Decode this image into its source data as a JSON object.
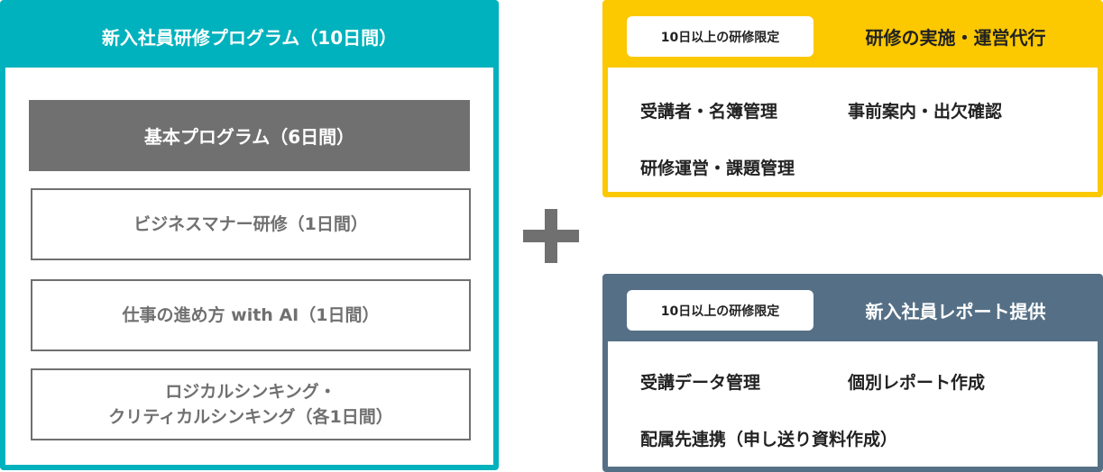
{
  "left_panel": {
    "title": "新入社員研修プログラム（10日間）",
    "base_program": "基本プログラム（6日間）",
    "courses": [
      {
        "line1": "ビジネスマナー研修（1日間）"
      },
      {
        "line1": "仕事の進め方 with AI（1日間）"
      },
      {
        "line1": "ロジカルシンキング・",
        "line2": "クリティカルシンキング（各1日間）"
      }
    ]
  },
  "plus_symbol": "+",
  "right_top": {
    "badge": "10日以上の研修限定",
    "title": "研修の実施・運営代行",
    "items": [
      "受講者・名簿管理",
      "事前案内・出欠確認",
      "研修運営・課題管理"
    ]
  },
  "right_bottom": {
    "badge": "10日以上の研修限定",
    "title": "新入社員レポート提供",
    "items": [
      "受講データ管理",
      "個別レポート作成",
      "配属先連携（申し送り資料作成）"
    ]
  },
  "colors": {
    "teal": "#00b2bd",
    "gray": "#707070",
    "yellow": "#fcc800",
    "slate": "#557086"
  }
}
